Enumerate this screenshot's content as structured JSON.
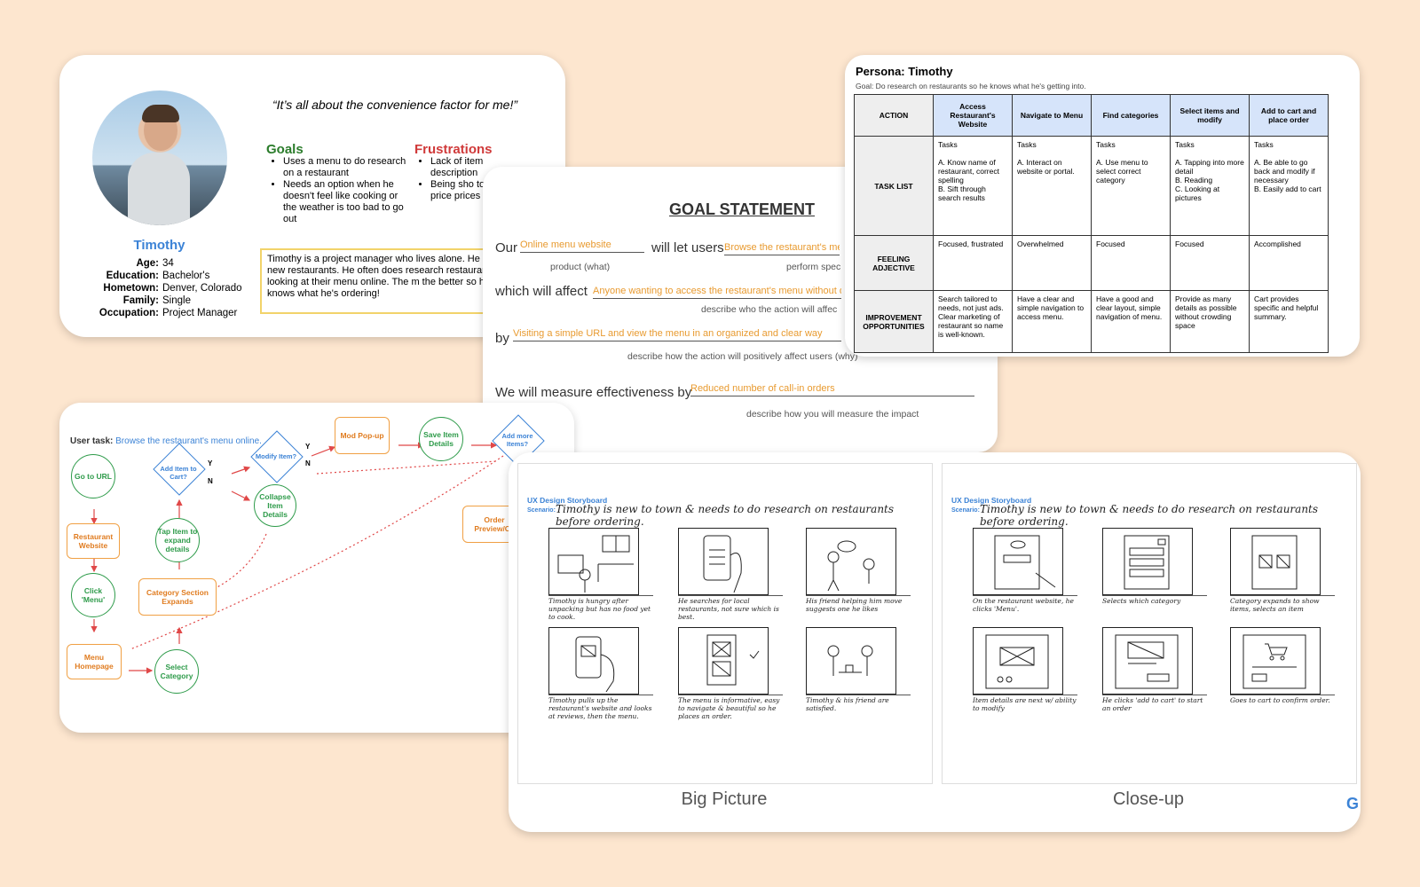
{
  "persona": {
    "name": "Timothy",
    "quote": "“It’s all about the convenience factor for me!”",
    "details": [
      {
        "k": "Age:",
        "v": "34"
      },
      {
        "k": "Education:",
        "v": "Bachelor's"
      },
      {
        "k": "Hometown:",
        "v": "Denver, Colorado"
      },
      {
        "k": "Family:",
        "v": "Single"
      },
      {
        "k": "Occupation:",
        "v": "Project Manager"
      }
    ],
    "goals_title": "Goals",
    "goals": [
      "Uses a menu to do research on a restaurant",
      "Needs an option when he doesn't feel like cooking or the weather is too bad to go out"
    ],
    "frustrations_title": "Frustrations",
    "frustrations": [
      "Lack of item description",
      "Being sho total price prices are"
    ],
    "bio": "Timothy is a project manager who lives alone. He and try new restaurants. He often does research restaurants by looking at their menu online. The m the better so he knows what he's ordering!"
  },
  "goal_statement": {
    "title": "GOAL STATEMENT",
    "our": "Our",
    "product": "Online menu website",
    "will_let_users": "will let users",
    "action": "Browse the restaurant's menu",
    "cap_product": "product (what)",
    "cap_action": "perform spec",
    "which_will_affect": "which will affect",
    "who": "Anyone wanting to access the restaurant's menu without downloa",
    "cap_who": "describe who the action will affec",
    "by": "by",
    "how": "Visiting a simple URL and view the menu in an organized and clear way",
    "cap_how": "describe how the action will positively affect users (why)",
    "measure_label": "We will measure effectiveness by",
    "measure": "Reduced number of call-in orders",
    "cap_measure": "describe how you will measure the impact"
  },
  "journey": {
    "title": "Persona: Timothy",
    "subtitle": "Goal: Do research on restaurants so he knows what he's getting into.",
    "columns": [
      "Access Restaurant's Website",
      "Navigate to Menu",
      "Find categories",
      "Select items and modify",
      "Add to cart and place order"
    ],
    "rows": [
      {
        "label": "ACTION",
        "cells": []
      },
      {
        "label": "TASK LIST",
        "cells": [
          "Tasks\n\nA. Know name of restaurant, correct spelling\nB. Sift through search results",
          "Tasks\n\nA. Interact on website or portal.",
          "Tasks\n\nA. Use menu to select correct category",
          "Tasks\n\nA. Tapping into more detail\nB. Reading\nC. Looking at pictures",
          "Tasks\n\nA.   Be able to go back and modify if necessary\nB.   Easily add to cart"
        ]
      },
      {
        "label": "FEELING ADJECTIVE",
        "cells": [
          "Focused, frustrated",
          "Overwhelmed",
          "Focused",
          "Focused",
          "Accomplished"
        ]
      },
      {
        "label": "IMPROVEMENT OPPORTUNITIES",
        "cells": [
          "Search tailored to needs, not just ads. Clear marketing of restaurant so name is well-known.",
          "Have a clear and simple navigation to access menu.",
          "Have a good and clear layout, simple navigation of menu.",
          "Provide as many details as possible without crowding space",
          "Cart provides specific and helpful summary."
        ]
      }
    ]
  },
  "flow": {
    "task_label": "User task:",
    "task": "Browse the restaurant's menu online.",
    "nodes": {
      "go_url": "Go to URL",
      "rest_site": "Restaurant Website",
      "click_menu": "Click 'Menu'",
      "menu_home": "Menu Homepage",
      "select_cat": "Select Category",
      "cat_expands": "Category Section Expands",
      "tap_item": "Tap Item to expand details",
      "add_item": "Add Item to Cart?",
      "modify": "Modify Item?",
      "collapse": "Collapse Item Details",
      "mod_popup": "Mod Pop-up",
      "save": "Save Item Details",
      "add_more": "Add more Items?",
      "order_preview": "Order Preview/Ca"
    },
    "y": "Y",
    "n": "N"
  },
  "storyboard": {
    "board_title": "UX Design Storyboard",
    "scenario_label": "Scenario:",
    "scenario": "Timothy is new to town & needs to do research on restaurants before ordering.",
    "big_label": "Big Picture",
    "close_label": "Close-up",
    "big_caps": [
      "Timothy is hungry after unpacking but has no food yet to cook.",
      "He searches for local restaurants, not sure which is best.",
      "His friend helping him move suggests one he likes",
      "Timothy pulls up the restaurant's website and looks at reviews, then the menu.",
      "The menu is informative, easy to navigate & beautiful so he places an order.",
      "Timothy & his friend are satisfied."
    ],
    "close_caps": [
      "On the restaurant website, he clicks 'Menu'.",
      "Selects which category",
      "Category expands to show items, selects an item",
      "Item details are next w/ ability to modify",
      "He clicks 'add to cart' to start an order",
      "Goes to cart to confirm order."
    ],
    "logo": "G"
  }
}
